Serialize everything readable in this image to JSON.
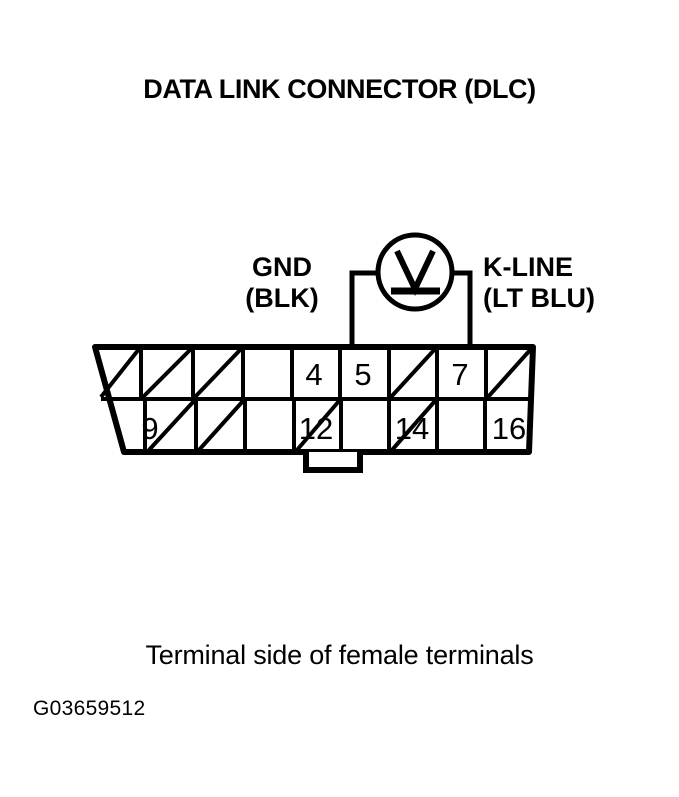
{
  "figure": {
    "title": "DATA LINK CONNECTOR (DLC)",
    "caption": "Terminal side of female terminals",
    "id_code": "G03659512",
    "line_color": "#000000",
    "background_color": "#ffffff"
  },
  "meter": {
    "name": "voltmeter-symbol",
    "glyph": "V"
  },
  "labels": {
    "left": {
      "line1": "GND",
      "line2": "(BLK)"
    },
    "right": {
      "line1": "K-LINE",
      "line2": "(LT BLU)"
    }
  },
  "connector": {
    "columns": 8,
    "rows": 2,
    "top_row": [
      {
        "pin": "",
        "crossed": true
      },
      {
        "pin": "",
        "crossed": true
      },
      {
        "pin": "",
        "crossed": true
      },
      {
        "pin": "4",
        "crossed": false
      },
      {
        "pin": "5",
        "crossed": false
      },
      {
        "pin": "",
        "crossed": true
      },
      {
        "pin": "7",
        "crossed": false
      },
      {
        "pin": "",
        "crossed": true
      }
    ],
    "bottom_row": [
      {
        "pin": "9",
        "crossed": false
      },
      {
        "pin": "",
        "crossed": true
      },
      {
        "pin": "",
        "crossed": true
      },
      {
        "pin": "12",
        "crossed": false
      },
      {
        "pin": "",
        "crossed": true
      },
      {
        "pin": "14",
        "crossed": false
      },
      {
        "pin": "",
        "crossed": true
      },
      {
        "pin": "16",
        "crossed": false
      }
    ]
  }
}
